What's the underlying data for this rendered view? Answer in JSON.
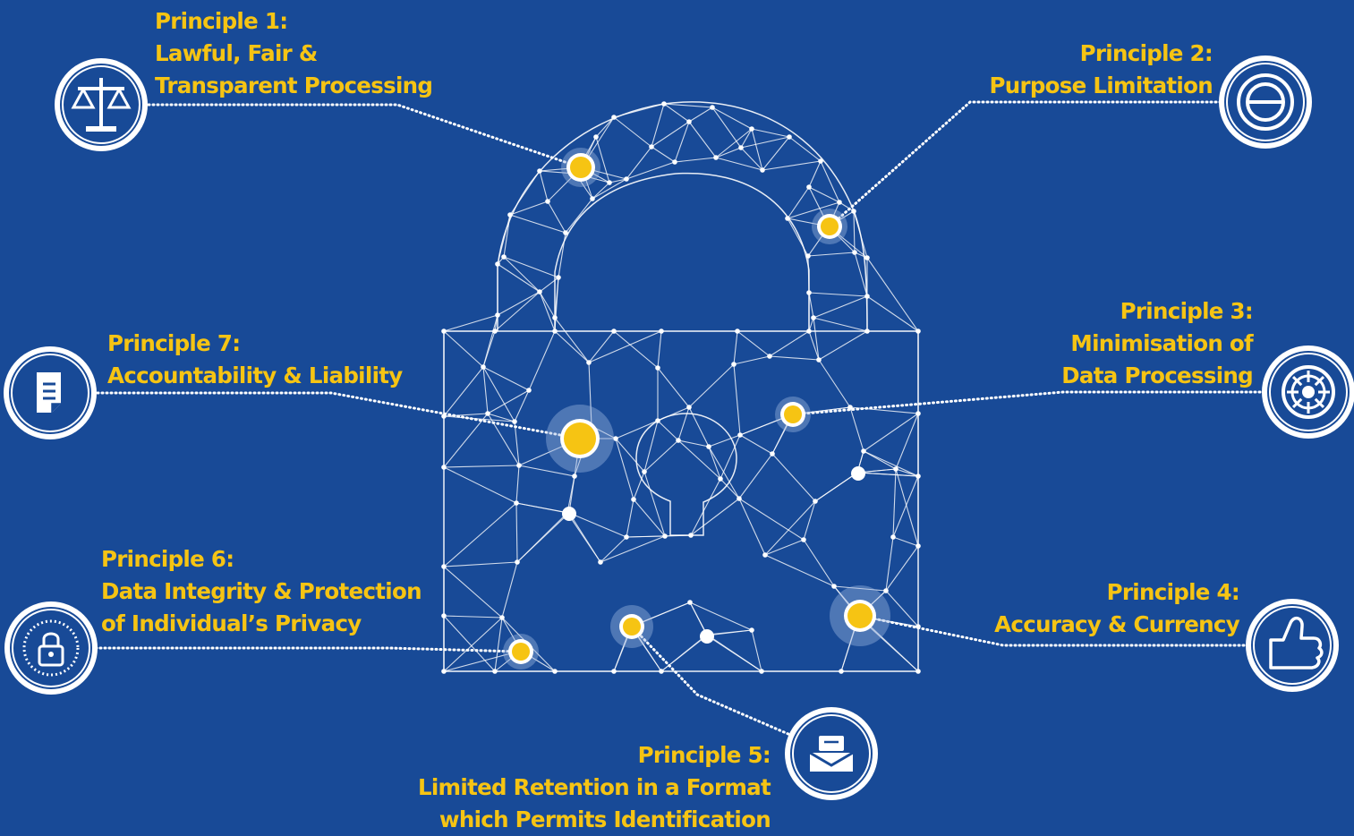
{
  "colors": {
    "background": "#184a97",
    "label": "#f6c413",
    "line": "#ffffff",
    "node_accent": "#f6c413"
  },
  "principles": [
    {
      "id": 1,
      "heading": "Principle 1:",
      "line1": "Lawful, Fair &",
      "line2": "Transparent Processing",
      "icon": "balance-scale-icon"
    },
    {
      "id": 2,
      "heading": "Principle 2:",
      "line1": "Purpose Limitation",
      "icon": "target-circle-icon"
    },
    {
      "id": 3,
      "heading": "Principle 3:",
      "line1": "Minimisation of",
      "line2": "Data Processing",
      "icon": "gear-data-icon"
    },
    {
      "id": 4,
      "heading": "Principle 4:",
      "line1": "Accuracy & Currency",
      "icon": "thumbs-up-icon"
    },
    {
      "id": 5,
      "heading": "Principle 5:",
      "line1": "Limited Retention in a Format",
      "line2": "which Permits Identification",
      "icon": "inbox-icon"
    },
    {
      "id": 6,
      "heading": "Principle 6:",
      "line1": "Data Integrity & Protection",
      "line2": "of Individual’s Privacy",
      "icon": "padlock-seal-icon"
    },
    {
      "id": 7,
      "heading": "Principle 7:",
      "line1": "Accountability & Liability",
      "icon": "document-icon"
    }
  ]
}
